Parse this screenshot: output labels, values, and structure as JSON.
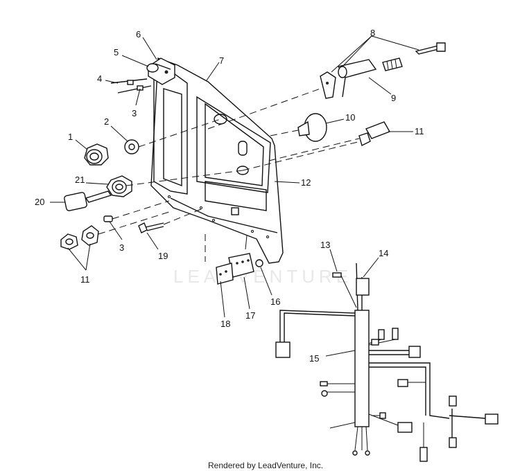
{
  "watermark": "LEADVENTURE",
  "footer": "Rendered by LeadVenture, Inc.",
  "callouts": {
    "c1": "1",
    "c2": "2",
    "c3a": "3",
    "c3b": "3",
    "c4": "4",
    "c5": "5",
    "c6": "6",
    "c7": "7",
    "c8": "8",
    "c9": "9",
    "c10": "10",
    "c11a": "11",
    "c11b": "11",
    "c12": "12",
    "c13": "13",
    "c14": "14",
    "c15": "15",
    "c16": "16",
    "c17": "17",
    "c18": "18",
    "c19": "19",
    "c20": "20",
    "c21": "21"
  }
}
